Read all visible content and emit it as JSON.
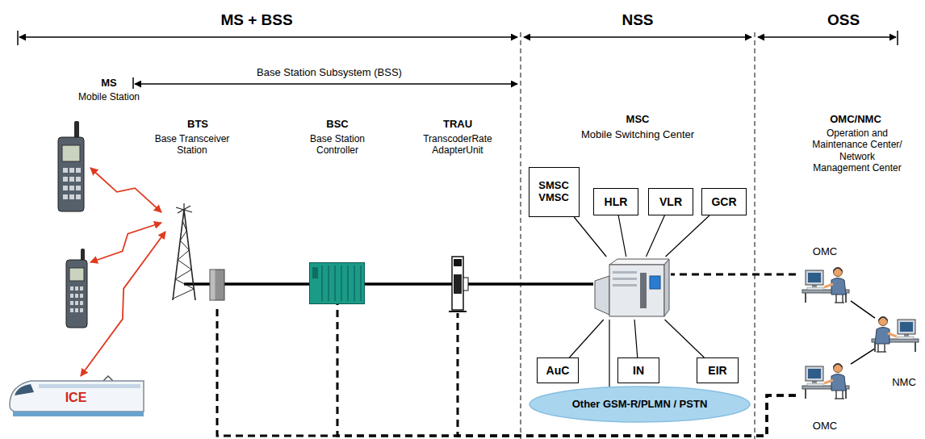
{
  "diagram": {
    "nodes": [
      {
        "text": [
          "BTS",
          "Base Transceiver Station"
        ]
      },
      {
        "text": [
          "BSC",
          "Base Station Controller"
        ]
      },
      {
        "text": [
          "TRAU",
          "TranscoderRate AdapterUnit"
        ]
      },
      {
        "text": [
          "MSC",
          "Mobile Switching Center"
        ]
      },
      {
        "text": [
          "SMSC VMSC"
        ]
      },
      {
        "text": [
          "HLR"
        ]
      },
      {
        "text": [
          "VLR"
        ]
      },
      {
        "text": [
          "GCR"
        ]
      },
      {
        "text": [
          "AuC"
        ]
      },
      {
        "text": [
          "IN"
        ]
      },
      {
        "text": [
          "EIR"
        ]
      },
      {
        "text": [
          "Other GSM-R/PLMN / PSTN"
        ]
      },
      {
        "text": [
          "OMC"
        ]
      },
      {
        "text": [
          "NMC"
        ]
      },
      {
        "text": [
          "OMC"
        ]
      },
      {
        "text": [
          "ICE"
        ]
      }
    ],
    "edges": [
      {
        "from": 15,
        "to": 0,
        "arrow": "both"
      },
      {
        "from": 0,
        "to": 1,
        "arrow": "none"
      },
      {
        "from": 1,
        "to": 2,
        "arrow": "none"
      },
      {
        "from": 2,
        "to": 3,
        "arrow": "none"
      },
      {
        "from": 3,
        "to": 4,
        "arrow": "none"
      },
      {
        "from": 3,
        "to": 5,
        "arrow": "none"
      },
      {
        "from": 3,
        "to": 6,
        "arrow": "none"
      },
      {
        "from": 3,
        "to": 7,
        "arrow": "none"
      },
      {
        "from": 3,
        "to": 8,
        "arrow": "none"
      },
      {
        "from": 3,
        "to": 9,
        "arrow": "none"
      },
      {
        "from": 3,
        "to": 10,
        "arrow": "none"
      },
      {
        "from": 3,
        "to": 11,
        "arrow": "none"
      },
      {
        "from": 3,
        "to": 12,
        "arrow": "none"
      },
      {
        "from": 12,
        "to": 13,
        "arrow": "none"
      },
      {
        "from": 14,
        "to": 13,
        "arrow": "none"
      },
      {
        "from": 0,
        "to": 14,
        "arrow": "none"
      },
      {
        "from": 1,
        "to": 14,
        "arrow": "none"
      },
      {
        "from": 2,
        "to": 14,
        "arrow": "none"
      }
    ],
    "labels": [
      "MS + BSS",
      "NSS",
      "OSS",
      "Base Station Subsystem (BSS)",
      "MS",
      "Mobile Station",
      "OMC/NMC",
      "Operation and Maintenance Center/ Network Management Center"
    ]
  }
}
